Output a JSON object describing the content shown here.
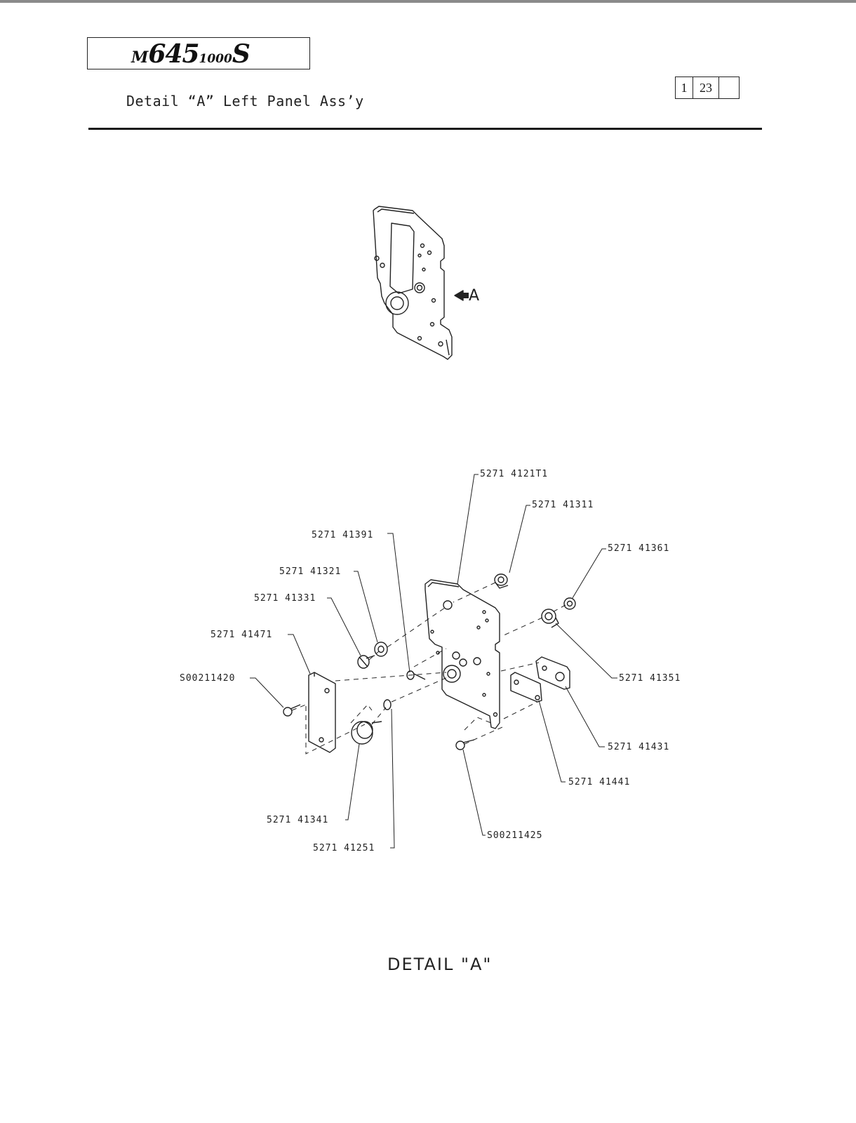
{
  "header": {
    "model": {
      "prefix": "M",
      "number": "645",
      "suffix_digits": "1000",
      "suffix_letter": "S"
    },
    "title": "Detail “A” Left Panel Ass’y",
    "page": {
      "section": "1",
      "page": "23",
      "extra": ""
    }
  },
  "overview": {
    "arrow_label": "A"
  },
  "parts": {
    "p_412171": "5271 4121T1",
    "p_41311": "5271 41311",
    "p_41391": "5271 41391",
    "p_41361": "5271 41361",
    "p_41321": "5271 41321",
    "p_41331": "5271 41331",
    "p_41471": "5271 41471",
    "p_s420": "S00211420",
    "p_41351": "5271 41351",
    "p_41431": "5271 41431",
    "p_41441": "5271 41441",
    "p_41341": "5271 41341",
    "p_s425": "S00211425",
    "p_41251": "5271 41251"
  },
  "caption": "DETAIL \"A\""
}
